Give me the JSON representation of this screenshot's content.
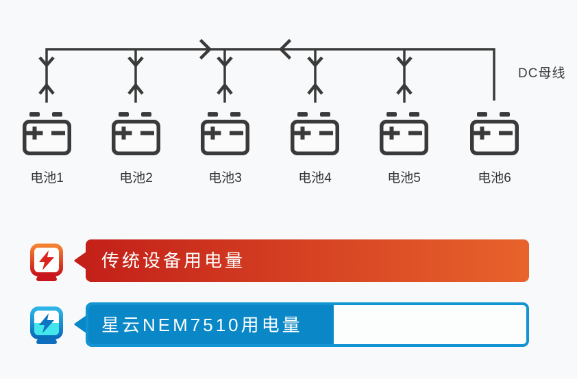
{
  "diagram": {
    "bus_label": "DC母线",
    "line_color": "#3a3a3a",
    "batteries": [
      {
        "label": "电池1"
      },
      {
        "label": "电池2"
      },
      {
        "label": "电池3"
      },
      {
        "label": "电池4"
      },
      {
        "label": "电池5"
      },
      {
        "label": "电池6"
      }
    ]
  },
  "legend": {
    "rows": [
      {
        "id": "traditional",
        "label": "传统设备用电量",
        "fill_percent": 100,
        "bar_color_start": "#c32019",
        "bar_color_end": "#e8632c",
        "icon": "power-meter-red-icon"
      },
      {
        "id": "nebula-nem7510",
        "label": "星云NEM7510用电量",
        "fill_percent": 56,
        "bar_color": "#0987c7",
        "border_color": "#1294d2",
        "icon": "power-meter-blue-icon"
      }
    ]
  }
}
